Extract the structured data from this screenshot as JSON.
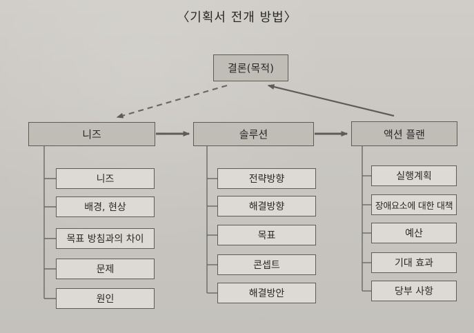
{
  "diagram": {
    "title": "〈기획서 전개 방법〉",
    "goal": "결론(목적)",
    "columns": [
      {
        "header": "니즈",
        "items": [
          "니즈",
          "배경, 현상",
          "목표 방침과의 차이",
          "문제",
          "원인"
        ]
      },
      {
        "header": "솔루션",
        "items": [
          "전략방향",
          "해결방향",
          "목표",
          "콘셉트",
          "해결방안"
        ]
      },
      {
        "header": "액션 플랜",
        "items": [
          "실행계획",
          "장애요소에 대한 대책",
          "예산",
          "기대 효과",
          "당부 사항"
        ]
      }
    ]
  }
}
